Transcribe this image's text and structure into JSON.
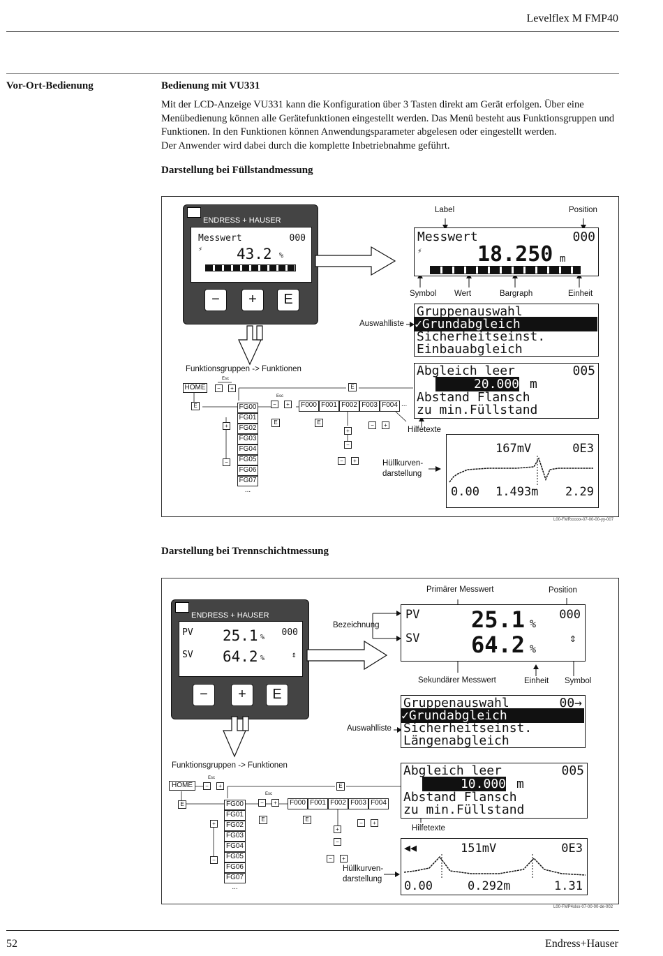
{
  "header": {
    "title": "Levelflex M FMP40"
  },
  "sidebar": {
    "title": "Vor-Ort-Bedienung"
  },
  "section": {
    "title": "Bedienung mit VU331",
    "paragraphs": [
      "Mit der LCD-Anzeige VU331 kann die Konfiguration über 3 Tasten direkt am Gerät erfolgen. Über eine Menübedienung können alle Gerätefunktionen eingestellt werden. Das Menü besteht aus Funktionsgruppen und Funktionen. In den Funktionen können Anwendungsparameter abgelesen oder eingestellt werden.",
      "Der Anwender wird dabei durch die komplette Inbetriebnahme geführt."
    ]
  },
  "fig1": {
    "heading": "Darstellung bei Füllstandmessung",
    "brand": "ENDRESS + HAUSER",
    "device_display": {
      "name": "Messwert",
      "pos": "000",
      "value": "43.2",
      "unit": "%"
    },
    "buttons": {
      "minus": "−",
      "plus": "+",
      "enter": "E"
    },
    "labels": {
      "label": "Label",
      "position": "Position",
      "symbol": "Symbol",
      "wert": "Wert",
      "bargraph": "Bargraph",
      "einheit": "Einheit",
      "auswahlliste": "Auswahlliste",
      "funktionsgruppen": "Funktionsgruppen -> Funktionen",
      "hilfetexte": "Hilfetexte",
      "huellkurven1": "Hüllkurven-",
      "huellkurven2": "darstellung"
    },
    "zoom_display": {
      "name": "Messwert",
      "pos": "000",
      "value": "18.250",
      "unit": "m"
    },
    "menu_display": {
      "lines": [
        "Gruppenauswahl",
        "✓Grundabgleich",
        " Sicherheitseinst.",
        " Einbauabgleich"
      ]
    },
    "help_display": {
      "line1": "Abgleich leer",
      "pos": "005",
      "value": "20.000",
      "unit": "m",
      "line3": "Abstand Flansch",
      "line4": "zu min.Füllstand"
    },
    "curve_display": {
      "mv": "167mV",
      "code": "0E3",
      "x0": "0.00",
      "x1": "1.493m",
      "x2": "2.29"
    },
    "caption": "L00-FMRxxxxx-07-00-00-yy-007"
  },
  "fig2": {
    "heading": "Darstellung bei Trennschichtmessung",
    "brand": "ENDRESS + HAUSER",
    "device_display": {
      "pv": "PV",
      "sv": "SV",
      "pos": "000",
      "v1": "25.1",
      "v2": "64.2",
      "unit": "%"
    },
    "buttons": {
      "minus": "−",
      "plus": "+",
      "enter": "E"
    },
    "labels": {
      "primaer": "Primärer Messwert",
      "position": "Position",
      "bezeichnung": "Bezeichnung",
      "sekundaer": "Sekundärer Messwert",
      "einheit": "Einheit",
      "symbol": "Symbol",
      "auswahlliste": "Auswahlliste",
      "funktionsgruppen": "Funktionsgruppen -> Funktionen",
      "hilfetexte": "Hilfetexte",
      "huellkurven1": "Hüllkurven-",
      "huellkurven2": "darstellung"
    },
    "zoom_display": {
      "pv": "PV",
      "sv": "SV",
      "pos": "000",
      "v1": "25.1",
      "v2": "64.2",
      "unit": "%"
    },
    "menu_display": {
      "lines": [
        "Gruppenauswahl",
        "✓Grundabgleich",
        " Sicherheitseinst.",
        " Längenabgleich"
      ],
      "pos": "00→"
    },
    "help_display": {
      "line1": "Abgleich leer",
      "pos": "005",
      "value": "10.000",
      "unit": "m",
      "line3": "Abstand Flansch",
      "line4": "zu min.Füllstand"
    },
    "curve_display": {
      "mv": "151mV",
      "code": "0E3",
      "x0": "0.00",
      "x1": "0.292m",
      "x2": "1.31"
    },
    "caption": "L00-FMP4xlxx-07-00-00-de-002"
  },
  "menu_tree": {
    "home": "HOME",
    "esc": "Esc",
    "e": "E",
    "plus": "+",
    "minus": "−",
    "more": "...",
    "groups": [
      "FG00",
      "FG01",
      "FG02",
      "FG03",
      "FG04",
      "FG05",
      "FG06",
      "FG07"
    ],
    "functions": [
      "F000",
      "F001",
      "F002",
      "F003",
      "F004"
    ]
  },
  "footer": {
    "page": "52",
    "brand": "Endress+Hauser"
  }
}
